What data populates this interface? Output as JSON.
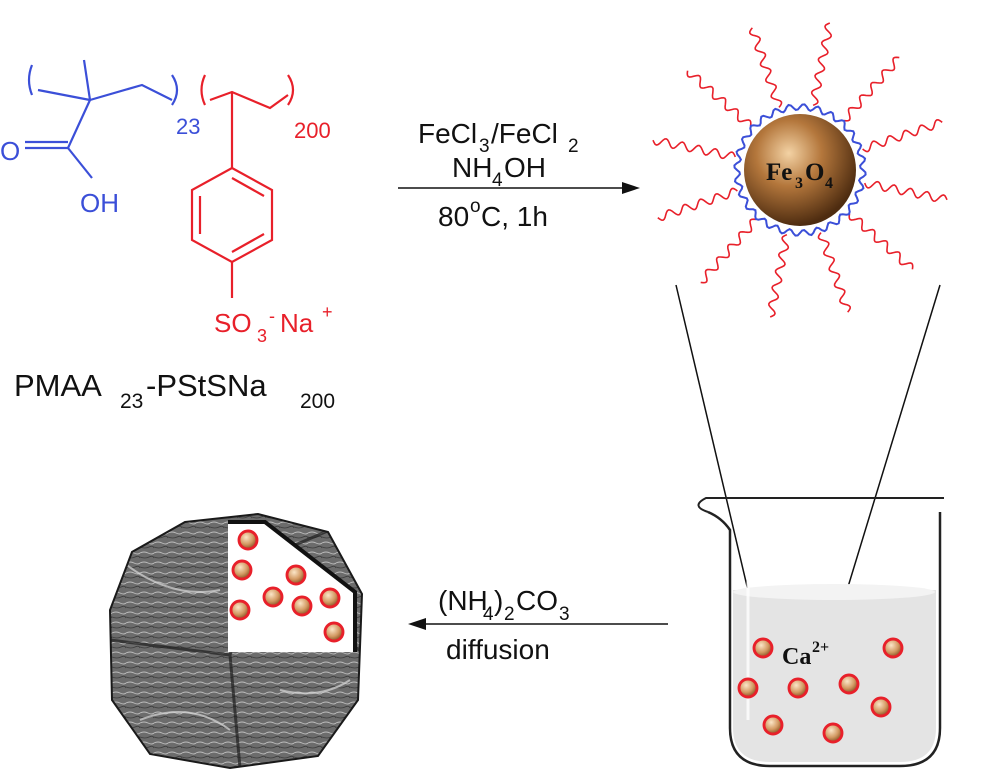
{
  "colors": {
    "blue_segment": "#3b4fd8",
    "red_segment": "#e8202a",
    "particle_core": "#8b5a2b",
    "black": "#111111"
  },
  "polymer": {
    "blue_subscript": "23",
    "red_subscript": "200",
    "carbonyl_o": "O",
    "hydroxyl": "OH",
    "sulfonate": "SO",
    "sulfonate_sub": "3",
    "sulfonate_minus": "-",
    "counterion": "Na",
    "counterion_plus": "+",
    "name_main": "PMAA",
    "name_sub1": "23",
    "name_mid": "-PStSNa",
    "name_sub2": "200"
  },
  "reaction1": {
    "line1_a": "FeCl",
    "line1_a_sub": "3",
    "line1_b": "/FeCl",
    "line1_b_sub": "2",
    "line2_a": "NH",
    "line2_a_sub": "4",
    "line2_b": "OH",
    "line3_a": "80",
    "line3_sup": "o",
    "line3_b": "C, 1h"
  },
  "particle": {
    "label_a": "Fe",
    "label_sub1": "3",
    "label_b": "O",
    "label_sub2": "4"
  },
  "beaker": {
    "ion": "Ca",
    "ion_sup": "2+"
  },
  "reaction2": {
    "line1_a": "(NH",
    "line1_sub1": "4",
    "line1_b": ")",
    "line1_sub2": "2",
    "line1_c": "CO",
    "line1_sub3": "3",
    "line2": "diffusion"
  }
}
